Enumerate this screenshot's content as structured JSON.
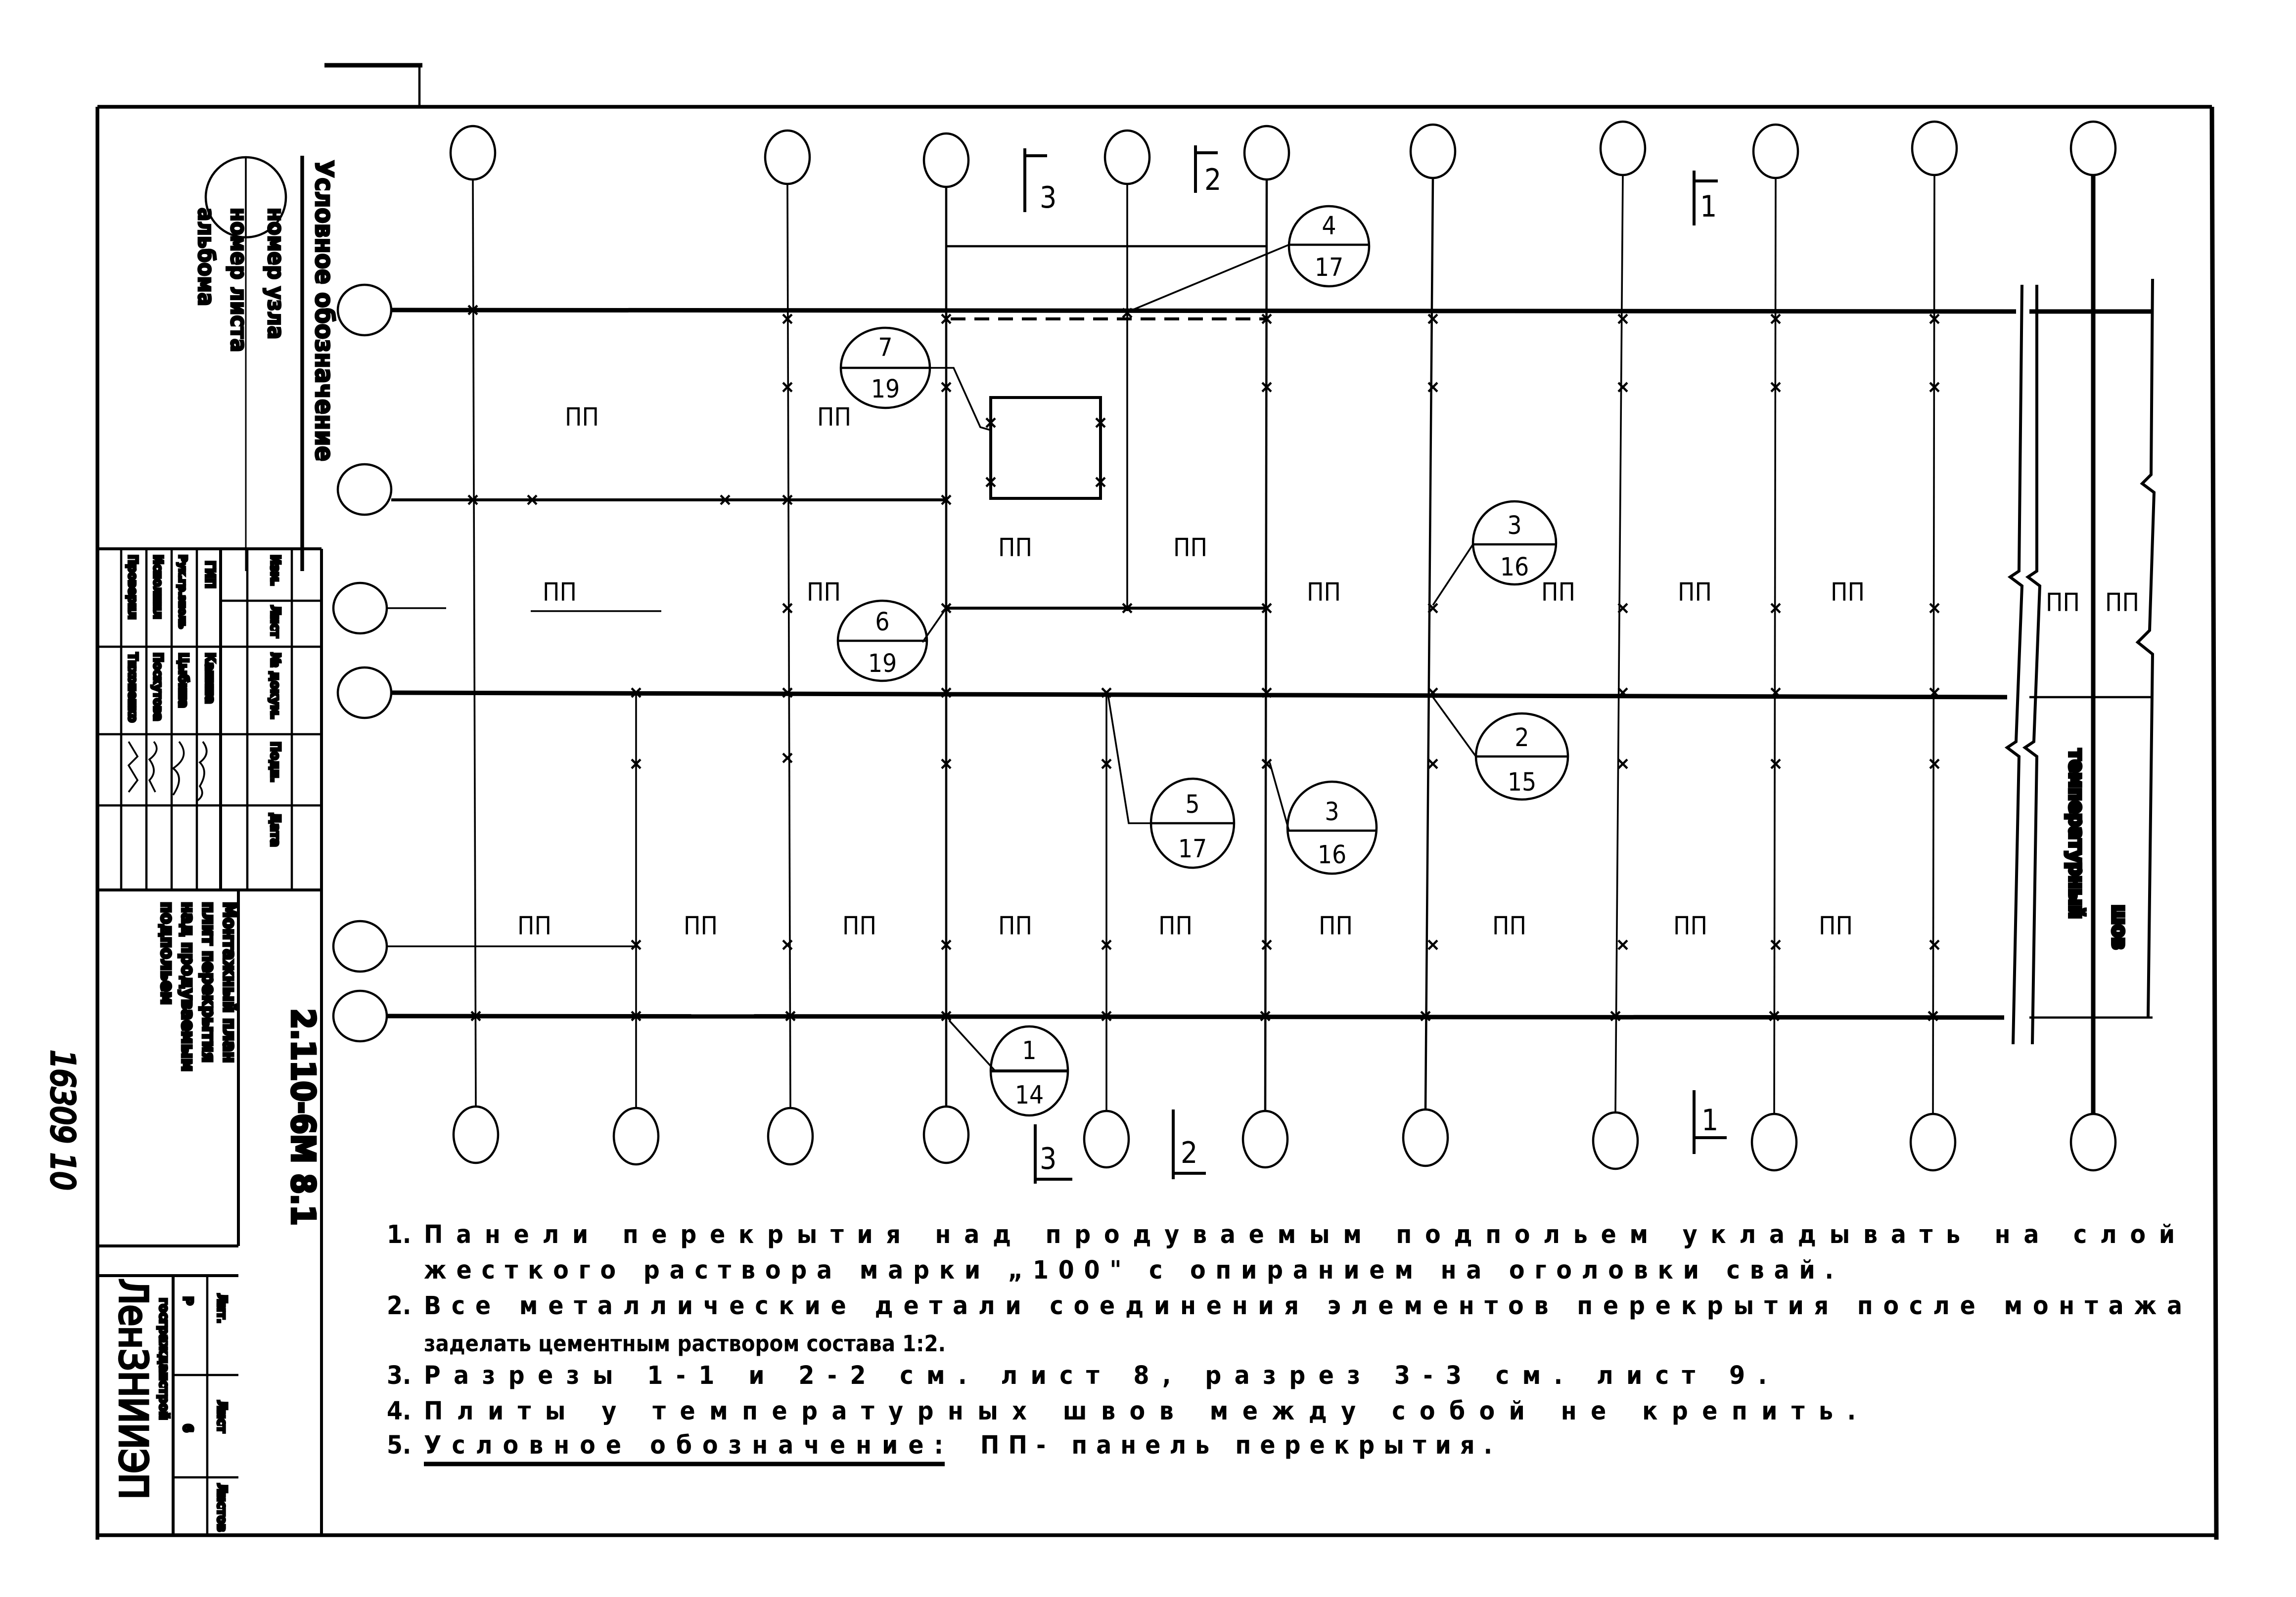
{
  "sheet": {
    "drawing_code": "2.110-6М 8.1",
    "archive_number": "16309 10",
    "title_lines": [
      "Монтажный план",
      "плит перекрытия",
      "над продуваемым",
      "подпольем"
    ],
    "organization": "ЛенЗНИИЭП",
    "organization_sub": "госгражданстрой",
    "stage_label": "Лит.",
    "stage_value": "Р",
    "sheet_label": "Лист",
    "sheet_value": "6",
    "sheets_label": "Листов",
    "sheets_value": ""
  },
  "title_block": {
    "header": [
      "Изм.",
      "Лист",
      "№ докум.",
      "Подп.",
      "Дата"
    ],
    "rows": [
      {
        "role": "ГИП",
        "name": "Канина",
        "signature": "signed"
      },
      {
        "role": "Рук.гр.зполь",
        "name": "Цыбина",
        "signature": "signed"
      },
      {
        "role": "Исполнил",
        "name": "Поскутова",
        "signature": "signed"
      },
      {
        "role": "Проверил",
        "name": "Тихоненко",
        "signature": "signed"
      }
    ]
  },
  "legend": {
    "title": "Условное обозначение",
    "top_label": "номер узла",
    "bottom_label": "номер листа",
    "bottom_label_2": "альбома"
  },
  "plan": {
    "panel_label": "ПП",
    "joint_label_1": "температурный",
    "joint_label_2": "шов",
    "section_marks": [
      {
        "id": "3",
        "position": "top"
      },
      {
        "id": "2",
        "position": "top"
      },
      {
        "id": "1",
        "position": "top"
      },
      {
        "id": "3",
        "position": "bottom"
      },
      {
        "id": "2",
        "position": "bottom"
      },
      {
        "id": "1",
        "position": "bottom"
      }
    ],
    "callouts": [
      {
        "node": "4",
        "sheet": "17"
      },
      {
        "node": "7",
        "sheet": "19"
      },
      {
        "node": "6",
        "sheet": "19"
      },
      {
        "node": "3",
        "sheet": "16"
      },
      {
        "node": "2",
        "sheet": "15"
      },
      {
        "node": "5",
        "sheet": "17"
      },
      {
        "node": "3",
        "sheet": "16"
      },
      {
        "node": "1",
        "sheet": "14"
      }
    ]
  },
  "notes": [
    {
      "num": "1.",
      "text": "Панели перекрытия над продуваемым подпольем укладывать на слой",
      "cont": "жесткого раствора марки „100\" с опиранием на оголовки свай."
    },
    {
      "num": "2.",
      "text": "Все металлические детали соединения элементов перекрытия после монтажа",
      "cont": "заделать цементным раствором состава 1:2."
    },
    {
      "num": "3.",
      "text": "Разрезы 1-1 и 2-2 см. лист 8, разрез 3-3 см. лист 9."
    },
    {
      "num": "4.",
      "text": "Плиты у температурных швов между собой не крепить."
    },
    {
      "num": "5.",
      "label": "Условное обозначение:",
      "text": "ПП- панель перекрытия."
    }
  ]
}
